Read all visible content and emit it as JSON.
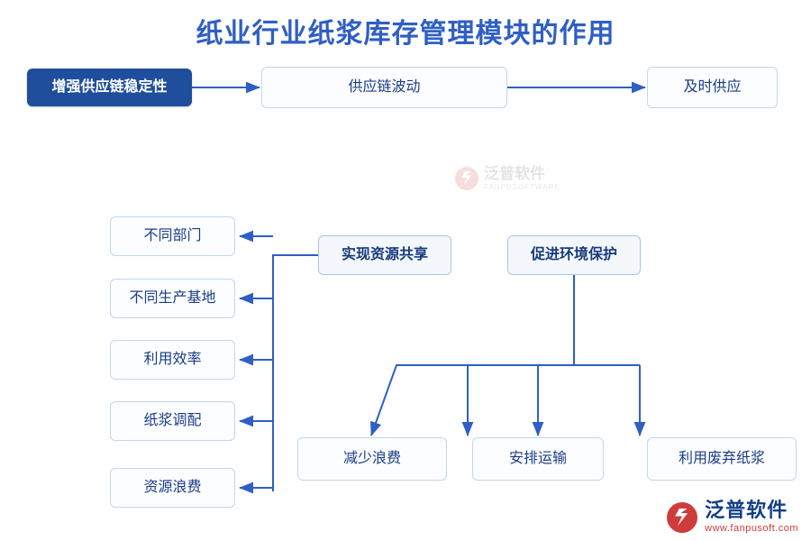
{
  "title": "纸业行业纸浆库存管理模块的作用",
  "colors": {
    "title": "#2f5fc4",
    "node_border": "#b9cdf0",
    "node_text": "#1b3c86",
    "solid_fill": "#1f4e9c",
    "arrow": "#2f5fc4",
    "watermark_red": "#cf3c3c",
    "watermark_blue": "#123f8a"
  },
  "nodes": {
    "supply_chain_stability": "增强供应链稳定性",
    "supply_chain_fluctuation": "供应链波动",
    "timely_supply": "及时供应",
    "resource_sharing": "实现资源共享",
    "environment_protection": "促进环境保护",
    "different_departments": "不同部门",
    "different_production_bases": "不同生产基地",
    "utilization_efficiency": "利用效率",
    "pulp_allocation": "纸浆调配",
    "resource_waste": "资源浪费",
    "reduce_waste": "减少浪费",
    "arrange_transport": "安排运输",
    "use_waste_paper": "利用废弃纸浆"
  },
  "watermark_center": {
    "icon": "fanpu-logo-icon",
    "cn": "泛普软件",
    "en": "FANPUSOFTWARE"
  },
  "watermark_brand": {
    "icon": "fanpu-logo-icon",
    "cn": "泛普软件",
    "en": "www.fanpusoft.com"
  }
}
